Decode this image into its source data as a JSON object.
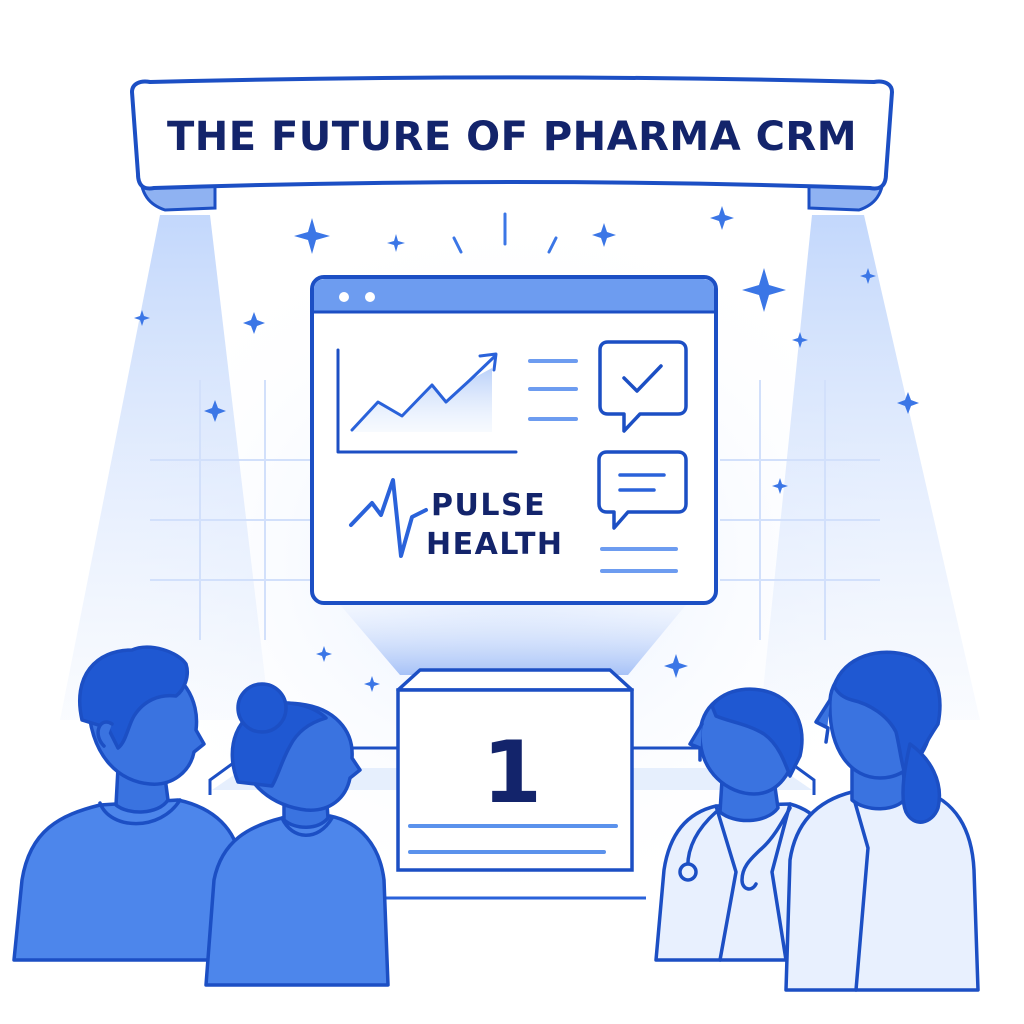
{
  "banner": {
    "title": "THE FUTURE OF PHARMA CRM"
  },
  "screen": {
    "brand": {
      "line1": "PULSE",
      "line2": "HEALTH"
    },
    "icons": [
      "trend-chart-icon",
      "check-chat-icon",
      "message-chat-icon",
      "pulse-logo-icon"
    ]
  },
  "podium": {
    "number": "1"
  },
  "audience": [
    "man-short-hair",
    "woman-bun",
    "doctor-stethoscope",
    "woman-ponytail-coat"
  ],
  "colors": {
    "primary": "#1c4fc4",
    "navy": "#13246b",
    "light": "#dce8fd",
    "mid": "#5b92ec",
    "body_fill": "#4d86eb",
    "skin_fill": "#3a73e0"
  }
}
